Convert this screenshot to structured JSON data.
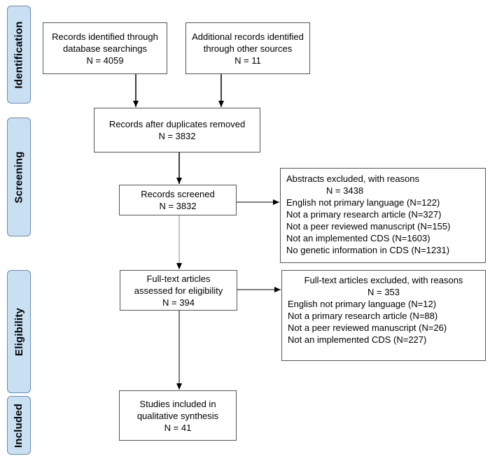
{
  "phases": {
    "identification": "Identification",
    "screening": "Screening",
    "eligibility": "Eligibility",
    "included": "Included"
  },
  "boxes": {
    "database": {
      "line1": "Records identified through",
      "line2": "database searchings",
      "count": "N = 4059"
    },
    "other_sources": {
      "line1": "Additional records identified",
      "line2": "through other sources",
      "count": "N = 11"
    },
    "duplicates_removed": {
      "line1": "Records after duplicates removed",
      "count": "N = 3832"
    },
    "screened": {
      "line1": "Records screened",
      "count": "N = 3832"
    },
    "abstracts_excluded": {
      "title": "Abstracts excluded, with reasons",
      "count": "N = 3438",
      "reasons": [
        "English not primary language (N=122)",
        "Not a primary research article (N=327)",
        "Not a peer reviewed manuscript (N=155)",
        "Not an implemented CDS (N=1603)",
        "No genetic information in CDS (N=1231)"
      ]
    },
    "fulltext_assessed": {
      "line1": "Full-text articles",
      "line2": "assessed for eligibility",
      "count": "N = 394"
    },
    "fulltext_excluded": {
      "title": "Full-text articles excluded, with reasons",
      "count": "N = 353",
      "reasons": [
        "English not primary language (N=12)",
        "Not a primary research article (N=88)",
        "Not a peer reviewed manuscript (N=26)",
        "Not an implemented CDS (N=227)"
      ]
    },
    "included": {
      "line1": "Studies included in",
      "line2": "qualitative synthesis",
      "count": "N = 41"
    }
  }
}
